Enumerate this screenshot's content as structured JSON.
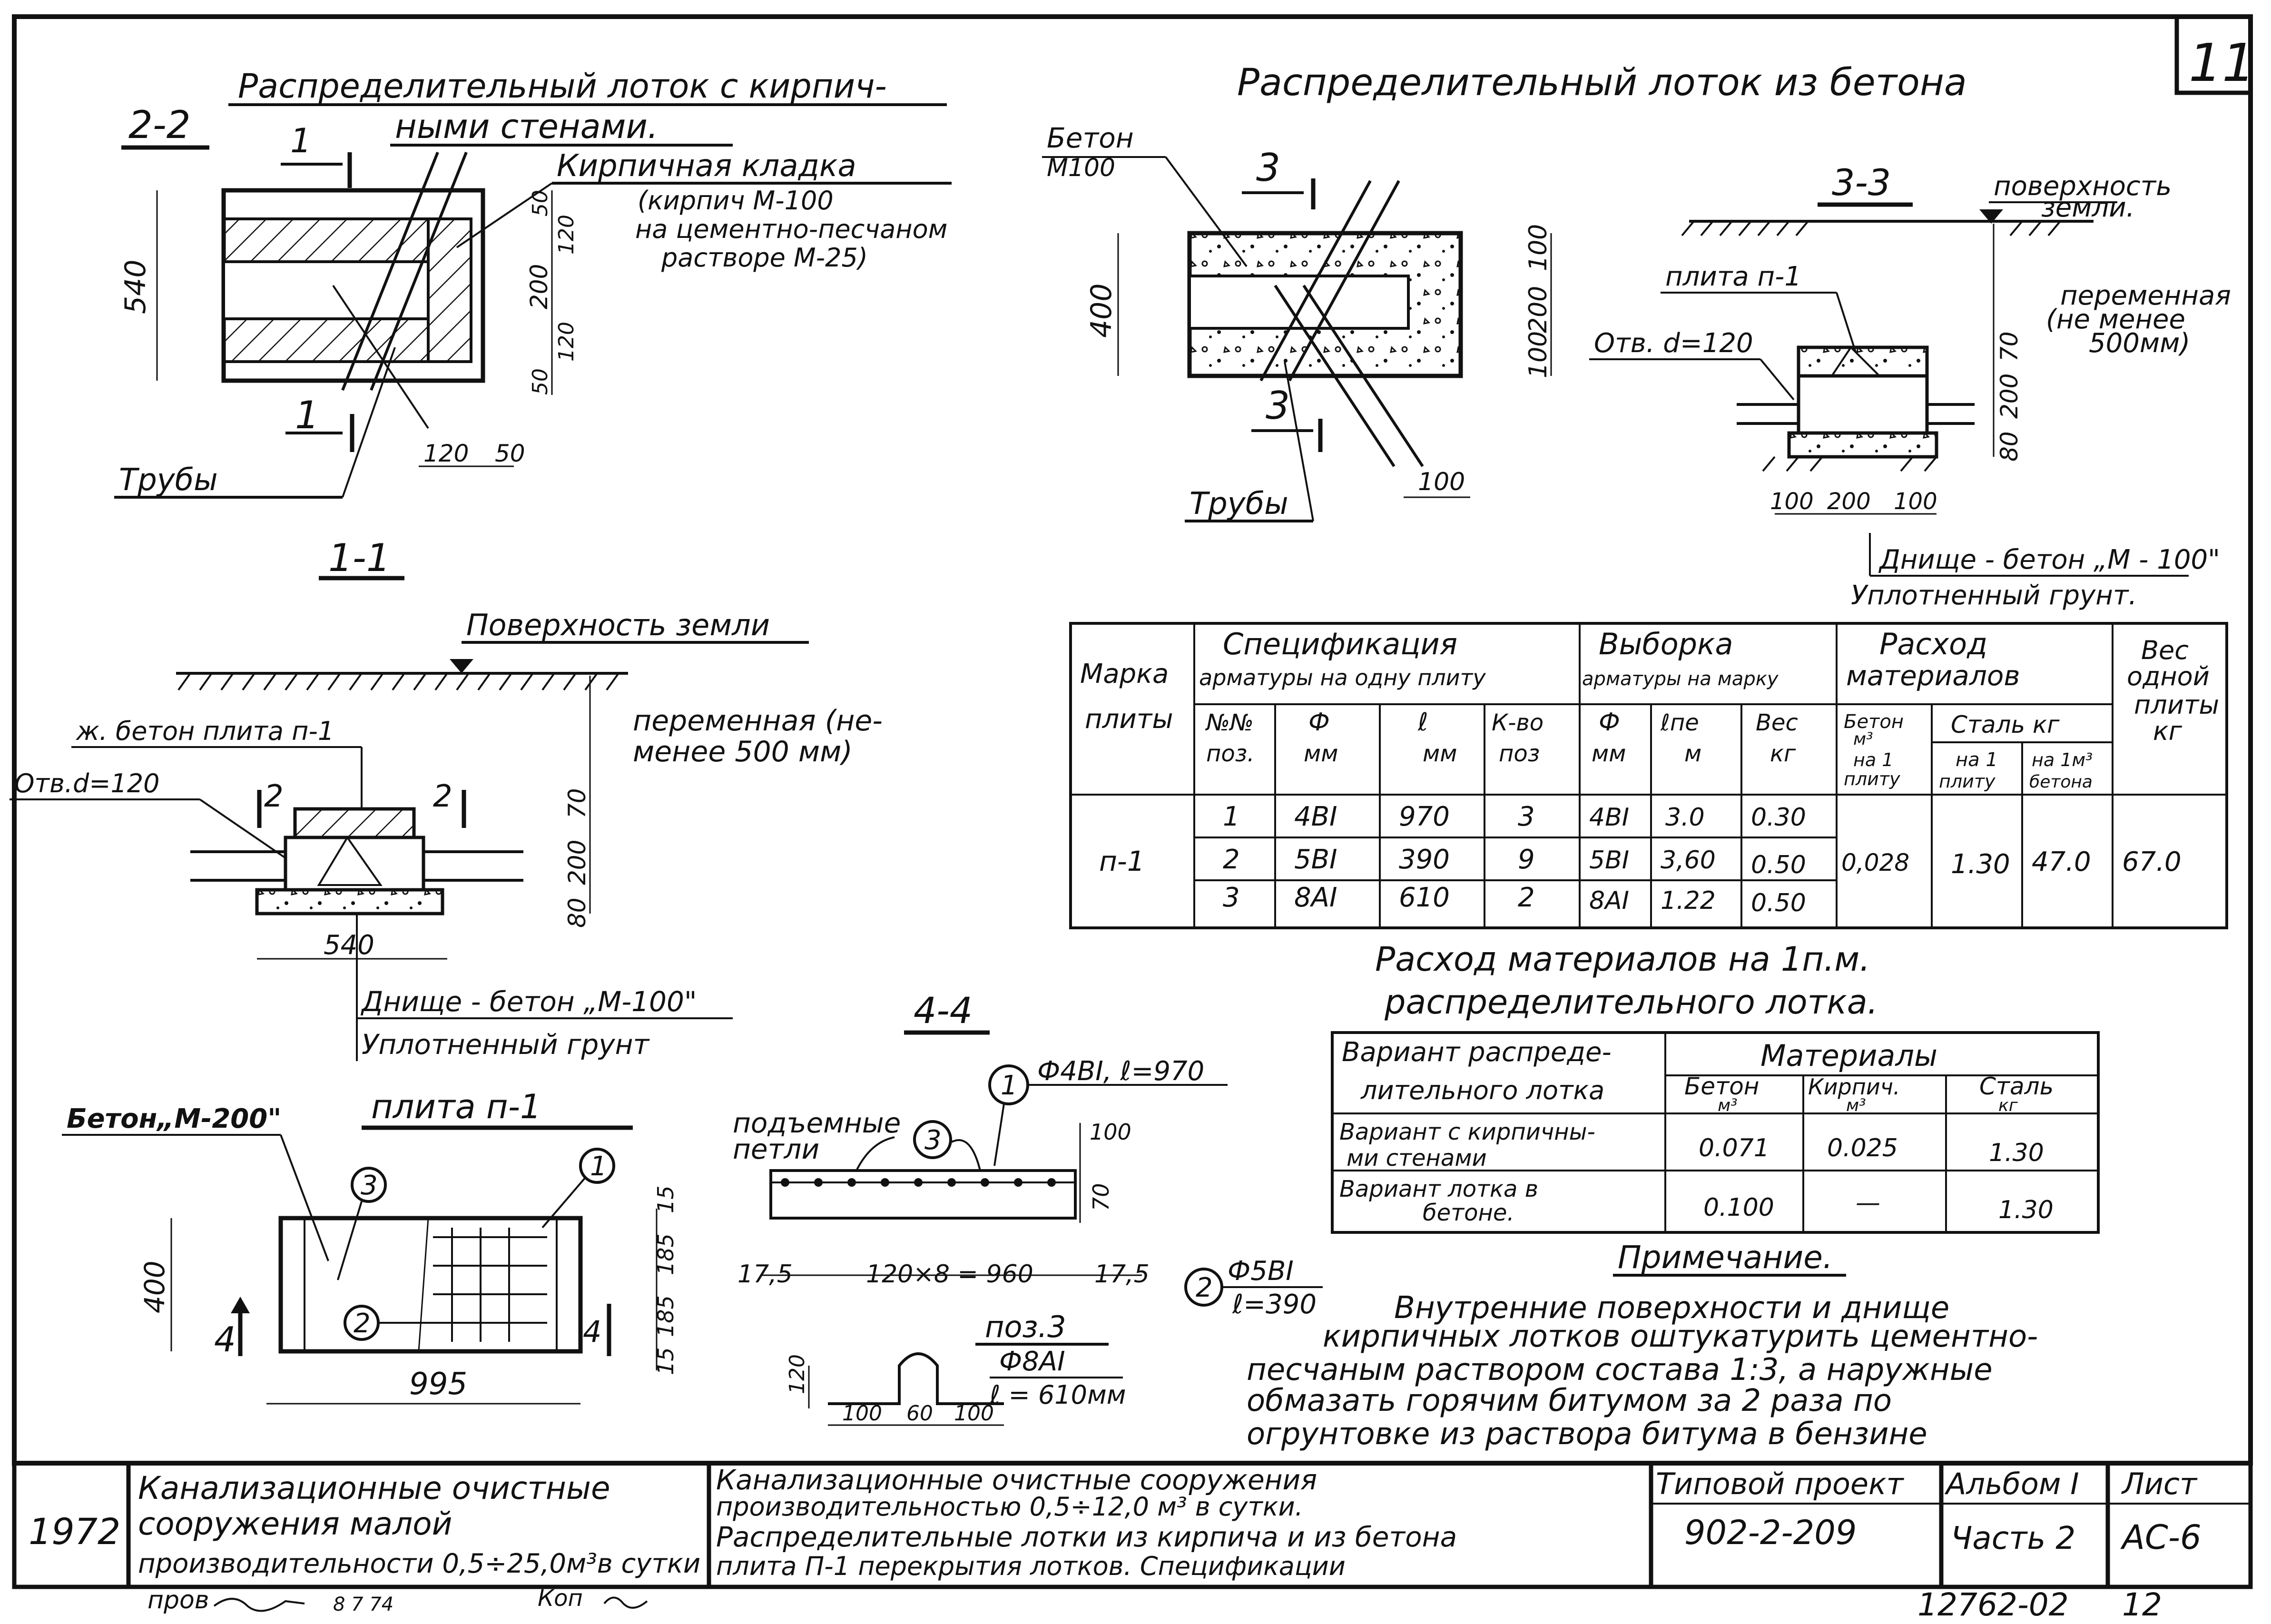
{
  "sheet_number": "11",
  "view_2_2": {
    "label": "2-2",
    "title_line1": "Распределительный лоток с кирпич-",
    "title_line2": "ными стенами.",
    "brick_label": "Кирпичная кладка",
    "brick_note1": "(кирпич М-100",
    "brick_note2": "на цементно-песчаном",
    "brick_note3": "растворе М-25)",
    "pipes": "Трубы",
    "section_mark": "1",
    "dim_540": "540",
    "dims_right": [
      "50",
      "120",
      "200",
      "120",
      "50"
    ],
    "dims_bottom": [
      "120",
      "50"
    ]
  },
  "view_concrete": {
    "title": "Распределительный лоток из бетона",
    "concrete_label1": "Бетон",
    "concrete_label2": "М100",
    "section_mark": "3",
    "dim_400": "400",
    "dims_right": [
      "100",
      "200",
      "100"
    ],
    "dim_bottom": "100",
    "pipes": "Трубы"
  },
  "view_3_3": {
    "label": "3-3",
    "ground": "поверхность",
    "ground2": "земли.",
    "slab": "плита п-1",
    "hole": "Отв. d=120",
    "variable1": "переменная",
    "variable2": "(не менее",
    "variable3": "500мм)",
    "dims_right": [
      "70",
      "200",
      "80"
    ],
    "dims_bottom": [
      "100",
      "200",
      "100"
    ],
    "bottom1": "Днище - бетон „М - 100\"",
    "bottom2": "Уплотненный грунт."
  },
  "view_1_1": {
    "label": "1-1",
    "ground": "Поверхность земли",
    "slab": "ж. бетон плита п-1",
    "hole": "Отв.d=120",
    "variable1": "переменная (не-",
    "variable2": "менее  500 мм)",
    "section_mark": "2",
    "dims_right": [
      "70",
      "200",
      "80"
    ],
    "dim_540": "540",
    "bottom1": "Днище - бетон „М-100\"",
    "bottom2": "Уплотненный грунт"
  },
  "view_slab": {
    "title": "плита   п-1",
    "concrete": "Бетон„М-200\"",
    "dim_400": "400",
    "dim_995": "995",
    "section_mark": "4",
    "callouts": [
      "1",
      "2",
      "3"
    ],
    "dims_right": [
      "15",
      "185",
      "185",
      "15"
    ]
  },
  "view_4_4": {
    "label": "4-4",
    "lifting1": "подъемные",
    "lifting2": "петли",
    "callout1": "1",
    "callout1_text": "Ф4ВI, ℓ=970",
    "callout3": "3",
    "callout2": "2",
    "callout2_line1": "Ф5ВI",
    "callout2_line2": "ℓ=390",
    "dim_100": "100",
    "dim_70": "70",
    "dim_left": "17,5",
    "dim_mid": "120×8 = 960",
    "dim_right": "17,5",
    "pos3_title": "поз.3",
    "pos3_line1": "Ф8АI",
    "pos3_line2": "ℓ = 610мм",
    "pos3_dims": [
      "120",
      "100",
      "60",
      "100"
    ]
  },
  "spec_table": {
    "head_mark": "Марка",
    "head_mark2": "плиты",
    "head_spec1": "Спецификация",
    "head_spec2": "арматуры на одну плиту",
    "head_vyb1": "Выборка",
    "head_vyb2": "арматуры на марку",
    "head_rash1": "Расход",
    "head_rash2": "материалов",
    "head_ves1": "Вес",
    "head_ves2": "одной",
    "head_ves3": "плиты",
    "head_ves4": "кг",
    "sub": [
      "№№",
      "поз.",
      "Ф",
      "мм",
      "ℓ",
      "мм",
      "К-во",
      "поз",
      "Ф",
      "мм",
      "ℓпе",
      "м",
      "Вес",
      "кг"
    ],
    "sub_beton1": "Бетон",
    "sub_beton2": "м³",
    "sub_beton3": "на 1",
    "sub_beton4": "плиту",
    "sub_steel": "Сталь кг",
    "sub_steel_a1": "на 1",
    "sub_steel_a2": "плиту",
    "sub_steel_b1": "на 1м³",
    "sub_steel_b2": "бетона",
    "mark": "п-1",
    "rows": [
      [
        "1",
        "4ВI",
        "970",
        "3",
        "4ВI",
        "3.0",
        "0.30"
      ],
      [
        "2",
        "5ВI",
        "390",
        "9",
        "5ВI",
        "3,60",
        "0.50"
      ],
      [
        "3",
        "8АI",
        "610",
        "2",
        "8АI",
        "1.22",
        "0.50"
      ]
    ],
    "beton": "0,028",
    "steel_plate": "1.30",
    "steel_m3": "47.0",
    "weight": "67.0"
  },
  "consumption": {
    "title1": "Расход материалов на 1п.м.",
    "title2": "распределительного лотка.",
    "head_variant1": "Вариант распреде-",
    "head_variant2": "лительного лотка",
    "head_mat": "Материалы",
    "head_beton1": "Бетон",
    "head_beton2": "м³",
    "head_brick1": "Кирпич.",
    "head_brick2": "м³",
    "head_steel1": "Сталь",
    "head_steel2": "кг",
    "rows": [
      [
        "Вариант с кирпичны-",
        "ми стенами",
        "0.071",
        "0.025",
        "1.30"
      ],
      [
        "Вариант лотка в",
        "бетоне.",
        "0.100",
        "—",
        "1.30"
      ]
    ]
  },
  "note": {
    "title": "Примечание.",
    "lines": [
      "Внутренние поверхности и днище",
      "кирпичных лотков оштукатурить цементно-",
      "песчаным раствором состава  1:3, а наружные",
      "обмазать горячим битумом за 2 раза по",
      "огрунтовке из раствора битума в бензине"
    ]
  },
  "title_block": {
    "year": "1972",
    "work1": "Канализационные очистные",
    "work2": "сооружения малой",
    "work3": "производительности 0,5÷25,0м³в сутки",
    "sheet1": "Канализационные очистные сооружения",
    "sheet2": "производительностью 0,5÷12,0 м³ в сутки.",
    "sheet3": "Распределительные лотки из кирпича и из бетона",
    "sheet4": "плита П-1 перекрытия лотков. Спецификации",
    "project_label": "Типовой проект",
    "project_value": "902-2-209",
    "album_label": "Альбом I",
    "album_value": "Часть 2",
    "list_label": "Лист",
    "list_value": "АС-6",
    "below_left1": "пров",
    "below_left2": "8 7 74",
    "below_mid": "Коп",
    "below_right": "12762-02",
    "below_right2": "12"
  }
}
